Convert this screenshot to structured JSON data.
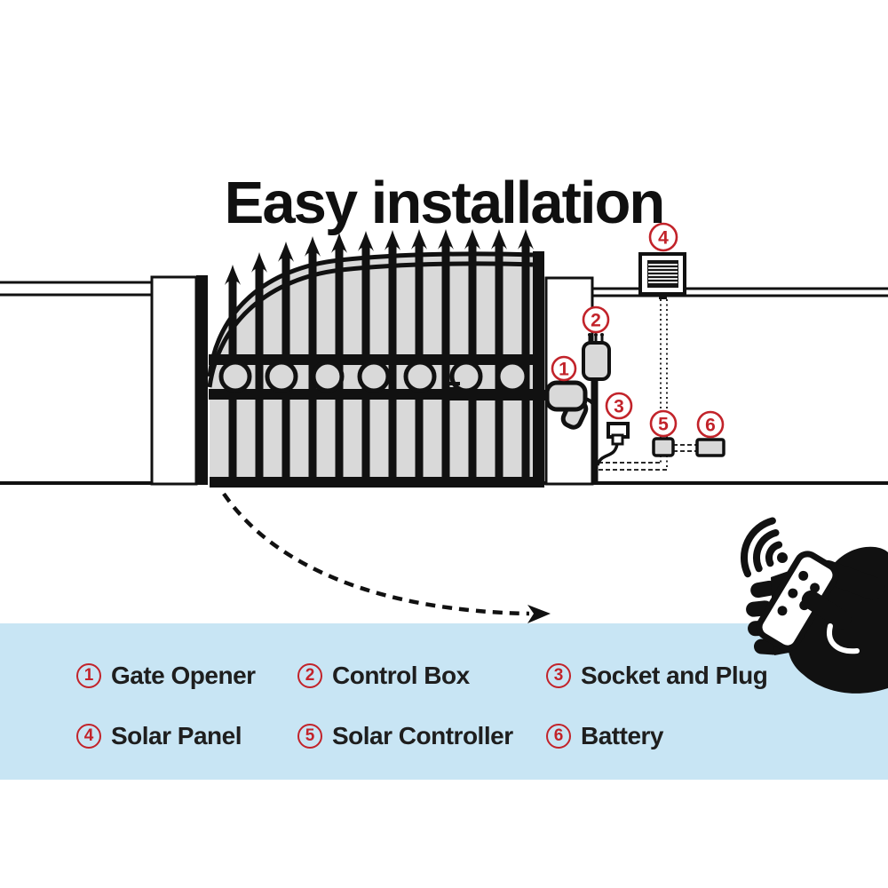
{
  "header": {
    "title": "Easy installation"
  },
  "colors": {
    "accent_red": "#c2232a",
    "band_blue": "#c8e5f4",
    "gate_gray": "#d9d9d9",
    "ink": "#111111"
  },
  "legend": {
    "items": [
      {
        "number": "1",
        "label": "Gate Opener"
      },
      {
        "number": "2",
        "label": "Control Box"
      },
      {
        "number": "3",
        "label": "Socket and Plug"
      },
      {
        "number": "4",
        "label": "Solar Panel"
      },
      {
        "number": "5",
        "label": "Solar Controller"
      },
      {
        "number": "6",
        "label": "Battery"
      }
    ]
  },
  "diagram": {
    "callout_numbers": [
      "1",
      "2",
      "3",
      "4",
      "5",
      "6"
    ],
    "icons": [
      "gate-icon",
      "gate-opener-icon",
      "control-box-icon",
      "socket-plug-icon",
      "solar-panel-icon",
      "solar-controller-icon",
      "battery-icon",
      "swing-direction-arrow-icon",
      "wifi-signal-icon",
      "remote-control-icon",
      "hand-holding-remote-icon"
    ]
  }
}
